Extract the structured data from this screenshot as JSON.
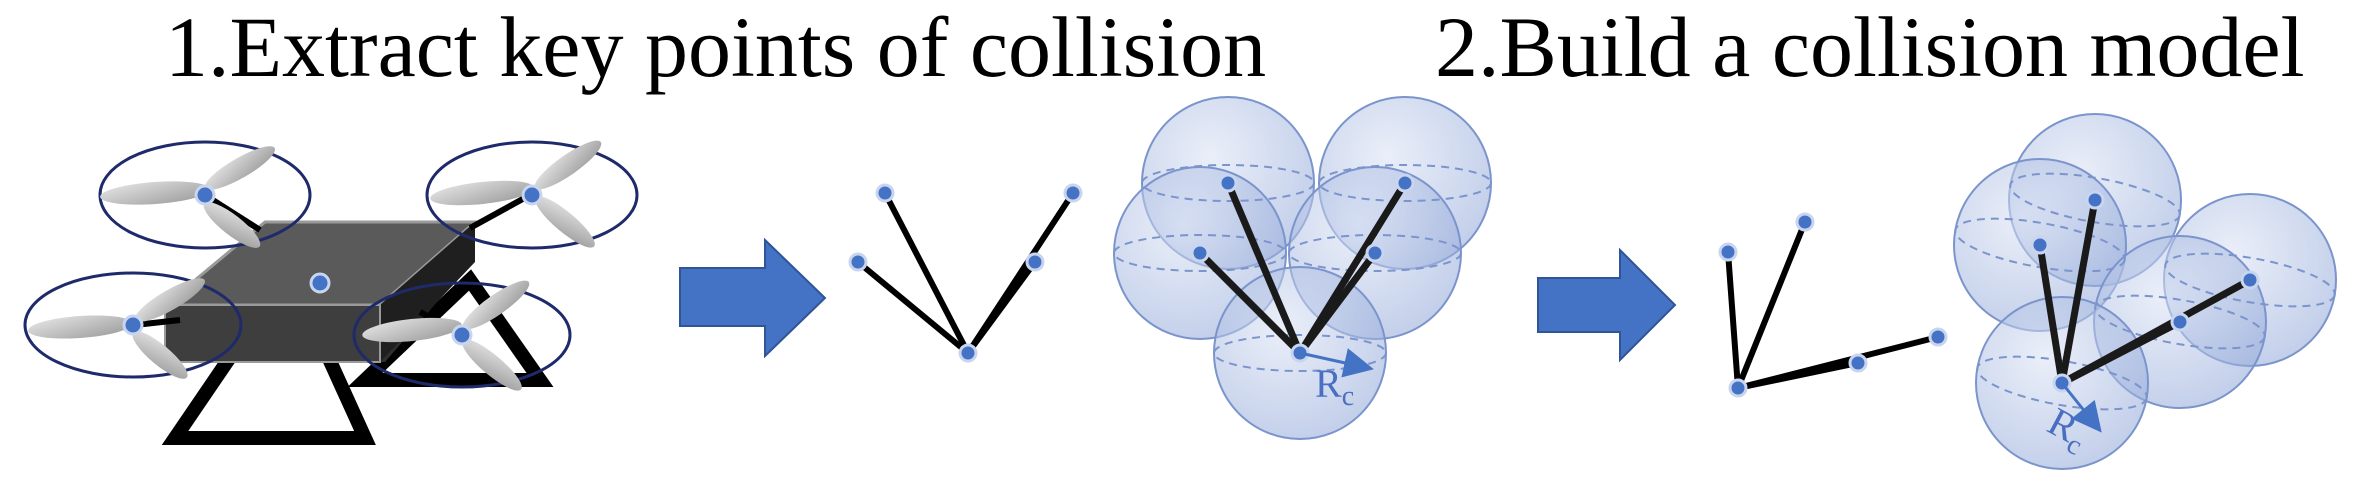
{
  "headings": {
    "step1": "1.Extract key points of collision",
    "step2": "2.Build a collision model"
  },
  "labels": {
    "radius_main": "R",
    "radius_sub": "c"
  },
  "colors": {
    "sphere_fill": "#b8c6e6",
    "sphere_stroke": "#7b94cc",
    "point": "#4472c4",
    "arrow": "#4472c4",
    "rotor_ring": "#1f2a6b",
    "body": "#3b3b3b"
  }
}
